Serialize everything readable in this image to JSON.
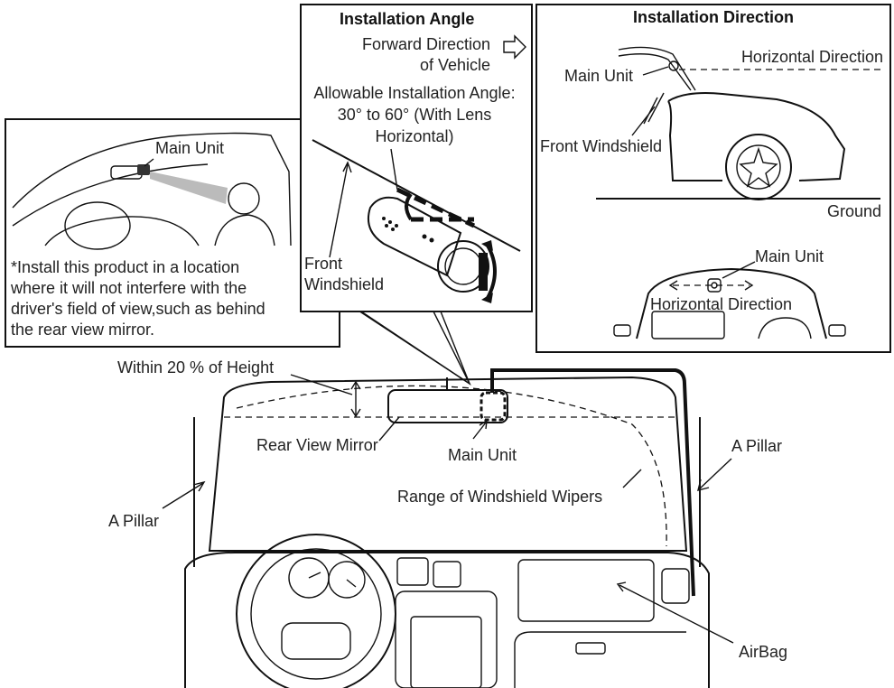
{
  "callout_left": {
    "main_unit": "Main Unit",
    "note_lines": [
      "*Install this product in a location",
      "where it will not interfere with the",
      "driver's field of view,such as behind",
      "the rear view mirror."
    ]
  },
  "angle_panel": {
    "title": "Installation Angle",
    "forward_line1": "Forward Direction",
    "forward_line2": "of Vehicle",
    "allow_line1": "Allowable Installation Angle:",
    "allow_line2": "30° to 60° (With Lens",
    "allow_line3": "Horizontal)",
    "windshield_line1": "Front",
    "windshield_line2": "Windshield"
  },
  "direction_panel": {
    "title": "Installation Direction",
    "horizontal": "Horizontal Direction",
    "main_unit": "Main Unit",
    "front_windshield": "Front Windshield",
    "ground": "Ground",
    "main_unit_2": "Main Unit",
    "horizontal_2": "Horizontal Direction"
  },
  "main_view": {
    "height_note": "Within 20 % of Height",
    "rear_mirror": "Rear View Mirror",
    "main_unit": "Main Unit",
    "a_pillar_right": "A Pillar",
    "a_pillar_left": "A Pillar",
    "wipers": "Range of Windshield Wipers",
    "airbag": "AirBag"
  }
}
